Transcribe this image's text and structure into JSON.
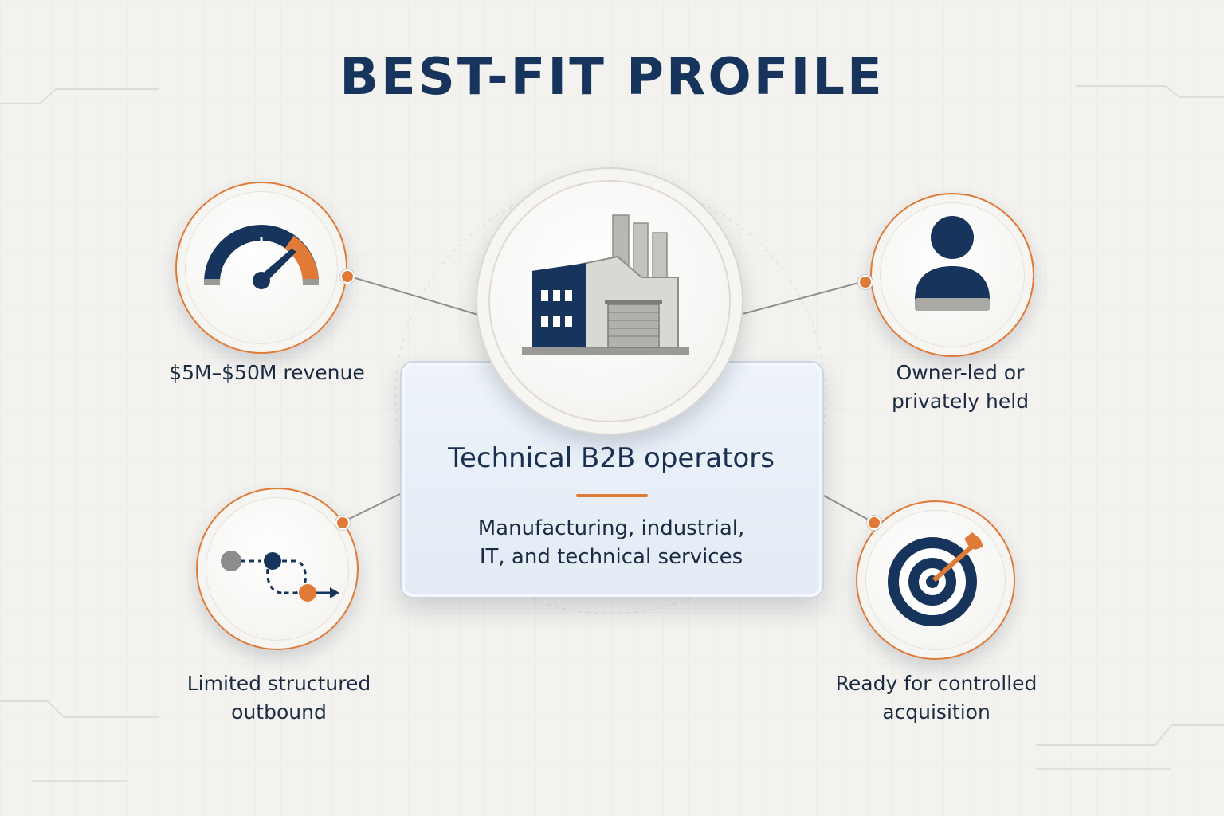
{
  "title": "BEST-FIT PROFILE",
  "colors": {
    "navy": "#17345c",
    "accent_orange": "#e07a37",
    "gray": "#8f8f8f",
    "card_bg": "#e8eef6",
    "background": "#f3f2ef"
  },
  "center": {
    "icon": "factory-icon",
    "title": "Technical B2B operators",
    "subtitle_line1": "Manufacturing, industrial,",
    "subtitle_line2": "IT, and technical services"
  },
  "nodes": [
    {
      "id": "revenue",
      "icon": "gauge-icon",
      "lines": [
        "$5M–$50M revenue"
      ]
    },
    {
      "id": "ownership",
      "icon": "person-icon",
      "lines": [
        "Owner-led or",
        "privately held"
      ]
    },
    {
      "id": "outbound",
      "icon": "workflow-path-icon",
      "lines": [
        "Limited structured",
        "outbound"
      ]
    },
    {
      "id": "acquisition",
      "icon": "target-icon",
      "lines": [
        "Ready for controlled",
        "acquisition"
      ]
    }
  ]
}
